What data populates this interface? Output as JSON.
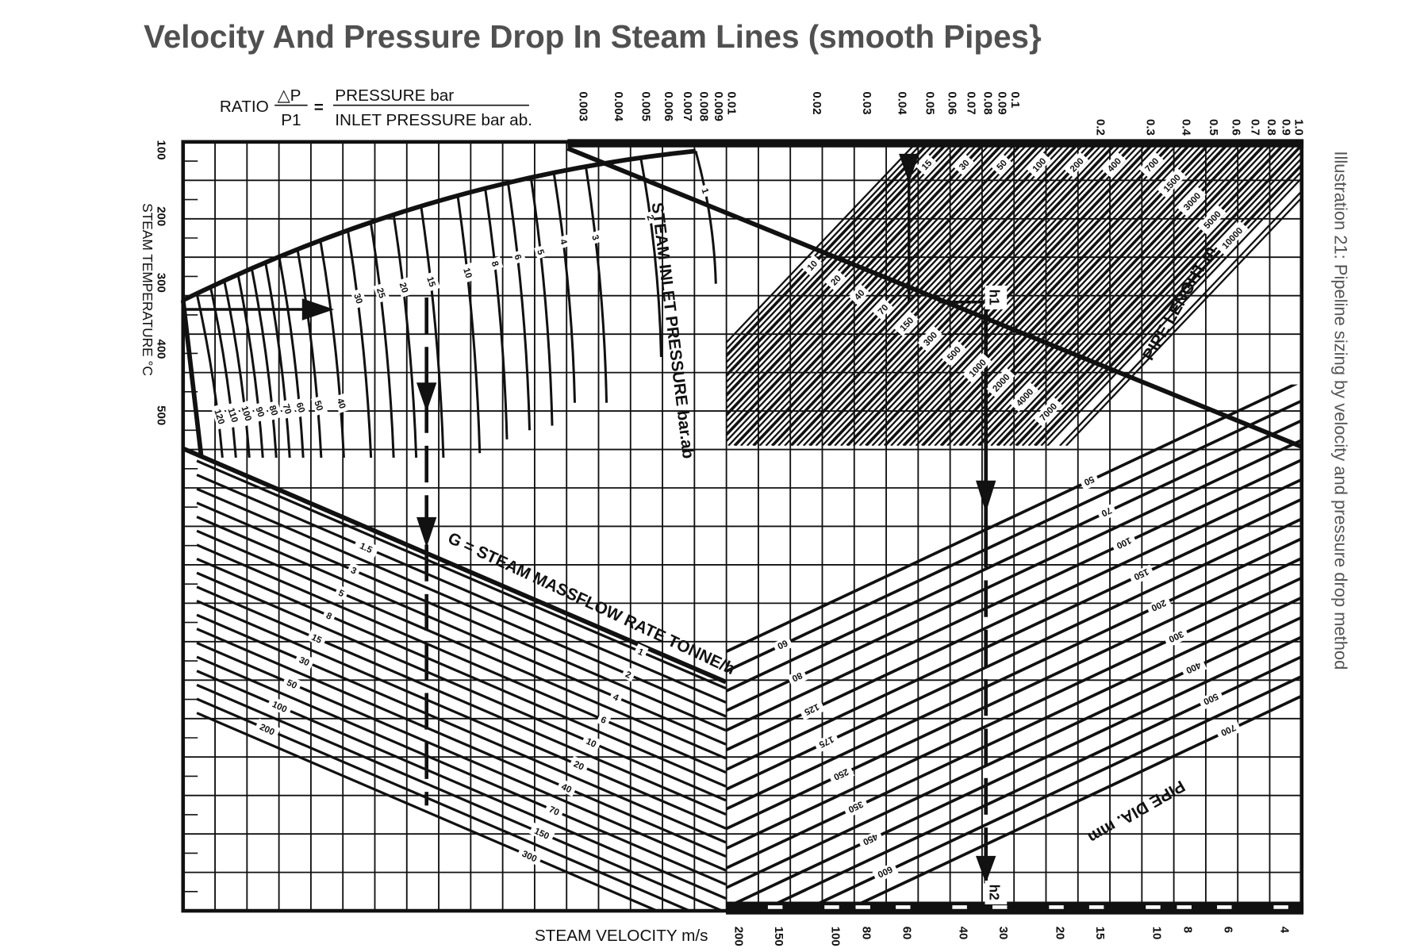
{
  "title": "Velocity And Pressure Drop In Steam Lines (smooth Pipes}",
  "caption": "Illustration 21: Pipeline sizing by velocity and pressure drop method",
  "ratio_formula": {
    "ratio": "RATIO",
    "numerator_left": "△P",
    "denominator_left": "P1",
    "equals": "=",
    "numerator_right": "PRESSURE bar",
    "denominator_right": "INLET PRESSURE bar ab."
  },
  "chart_data": {
    "type": "nomogram",
    "title": "Velocity And Pressure Drop In Steam Lines (smooth Pipes}",
    "pressure_ratio_axis": {
      "position": "top",
      "scale": "log",
      "ticks": [
        "0.003",
        "0.004",
        "0.005",
        "0.006",
        "0.007",
        "0.008",
        "0.009",
        "0.01",
        "0.02",
        "0.03",
        "0.04",
        "0.05",
        "0.06",
        "0.07",
        "0.08",
        "0.09",
        "0.1",
        "0.2",
        "0.3",
        "0.4",
        "0.5",
        "0.6",
        "0.7",
        "0.8",
        "0.9",
        "1.0"
      ]
    },
    "temperature_axis": {
      "label": "STEAM TEMPERATURE °C",
      "position": "left",
      "ticks": [
        "100",
        "200",
        "300",
        "400",
        "500"
      ]
    },
    "velocity_axis": {
      "label": "STEAM VELOCITY m/s",
      "position": "bottom",
      "scale": "log",
      "ticks": [
        "200",
        "150",
        "100",
        "80",
        "60",
        "40",
        "30",
        "20",
        "15",
        "10",
        "8",
        "6",
        "4"
      ]
    },
    "inlet_pressure_curves": {
      "label": "STEAM INLET PRESSURE bar.ab",
      "values": [
        "1",
        "2",
        "3",
        "4",
        "5",
        "6",
        "8",
        "10",
        "15",
        "20",
        "25",
        "30",
        "40",
        "50",
        "60",
        "70",
        "80",
        "90",
        "100",
        "110",
        "120"
      ]
    },
    "pipe_length_lines": {
      "label": "PIPE LENGHT m",
      "values": [
        "10",
        "15",
        "20",
        "30",
        "40",
        "50",
        "70",
        "100",
        "150",
        "200",
        "300",
        "400",
        "500",
        "700",
        "1000",
        "1500",
        "2000",
        "3000",
        "4000",
        "5000",
        "7000",
        "10000"
      ]
    },
    "massflow_lines": {
      "label": "G = STEAM MASSFLOW RATE TONNE/h",
      "values": [
        "1",
        "1.5",
        "2",
        "3",
        "4",
        "5",
        "6",
        "8",
        "10",
        "15",
        "20",
        "30",
        "40",
        "50",
        "70",
        "100",
        "150",
        "200",
        "300"
      ]
    },
    "pipe_diameter_lines": {
      "label": "PIPE DIA. mm",
      "values": [
        "50",
        "60",
        "70",
        "80",
        "100",
        "125",
        "150",
        "175",
        "200",
        "250",
        "300",
        "350",
        "400",
        "450",
        "500",
        "600",
        "700"
      ]
    },
    "example_markers": [
      "h1",
      "h2"
    ],
    "grid": true
  }
}
